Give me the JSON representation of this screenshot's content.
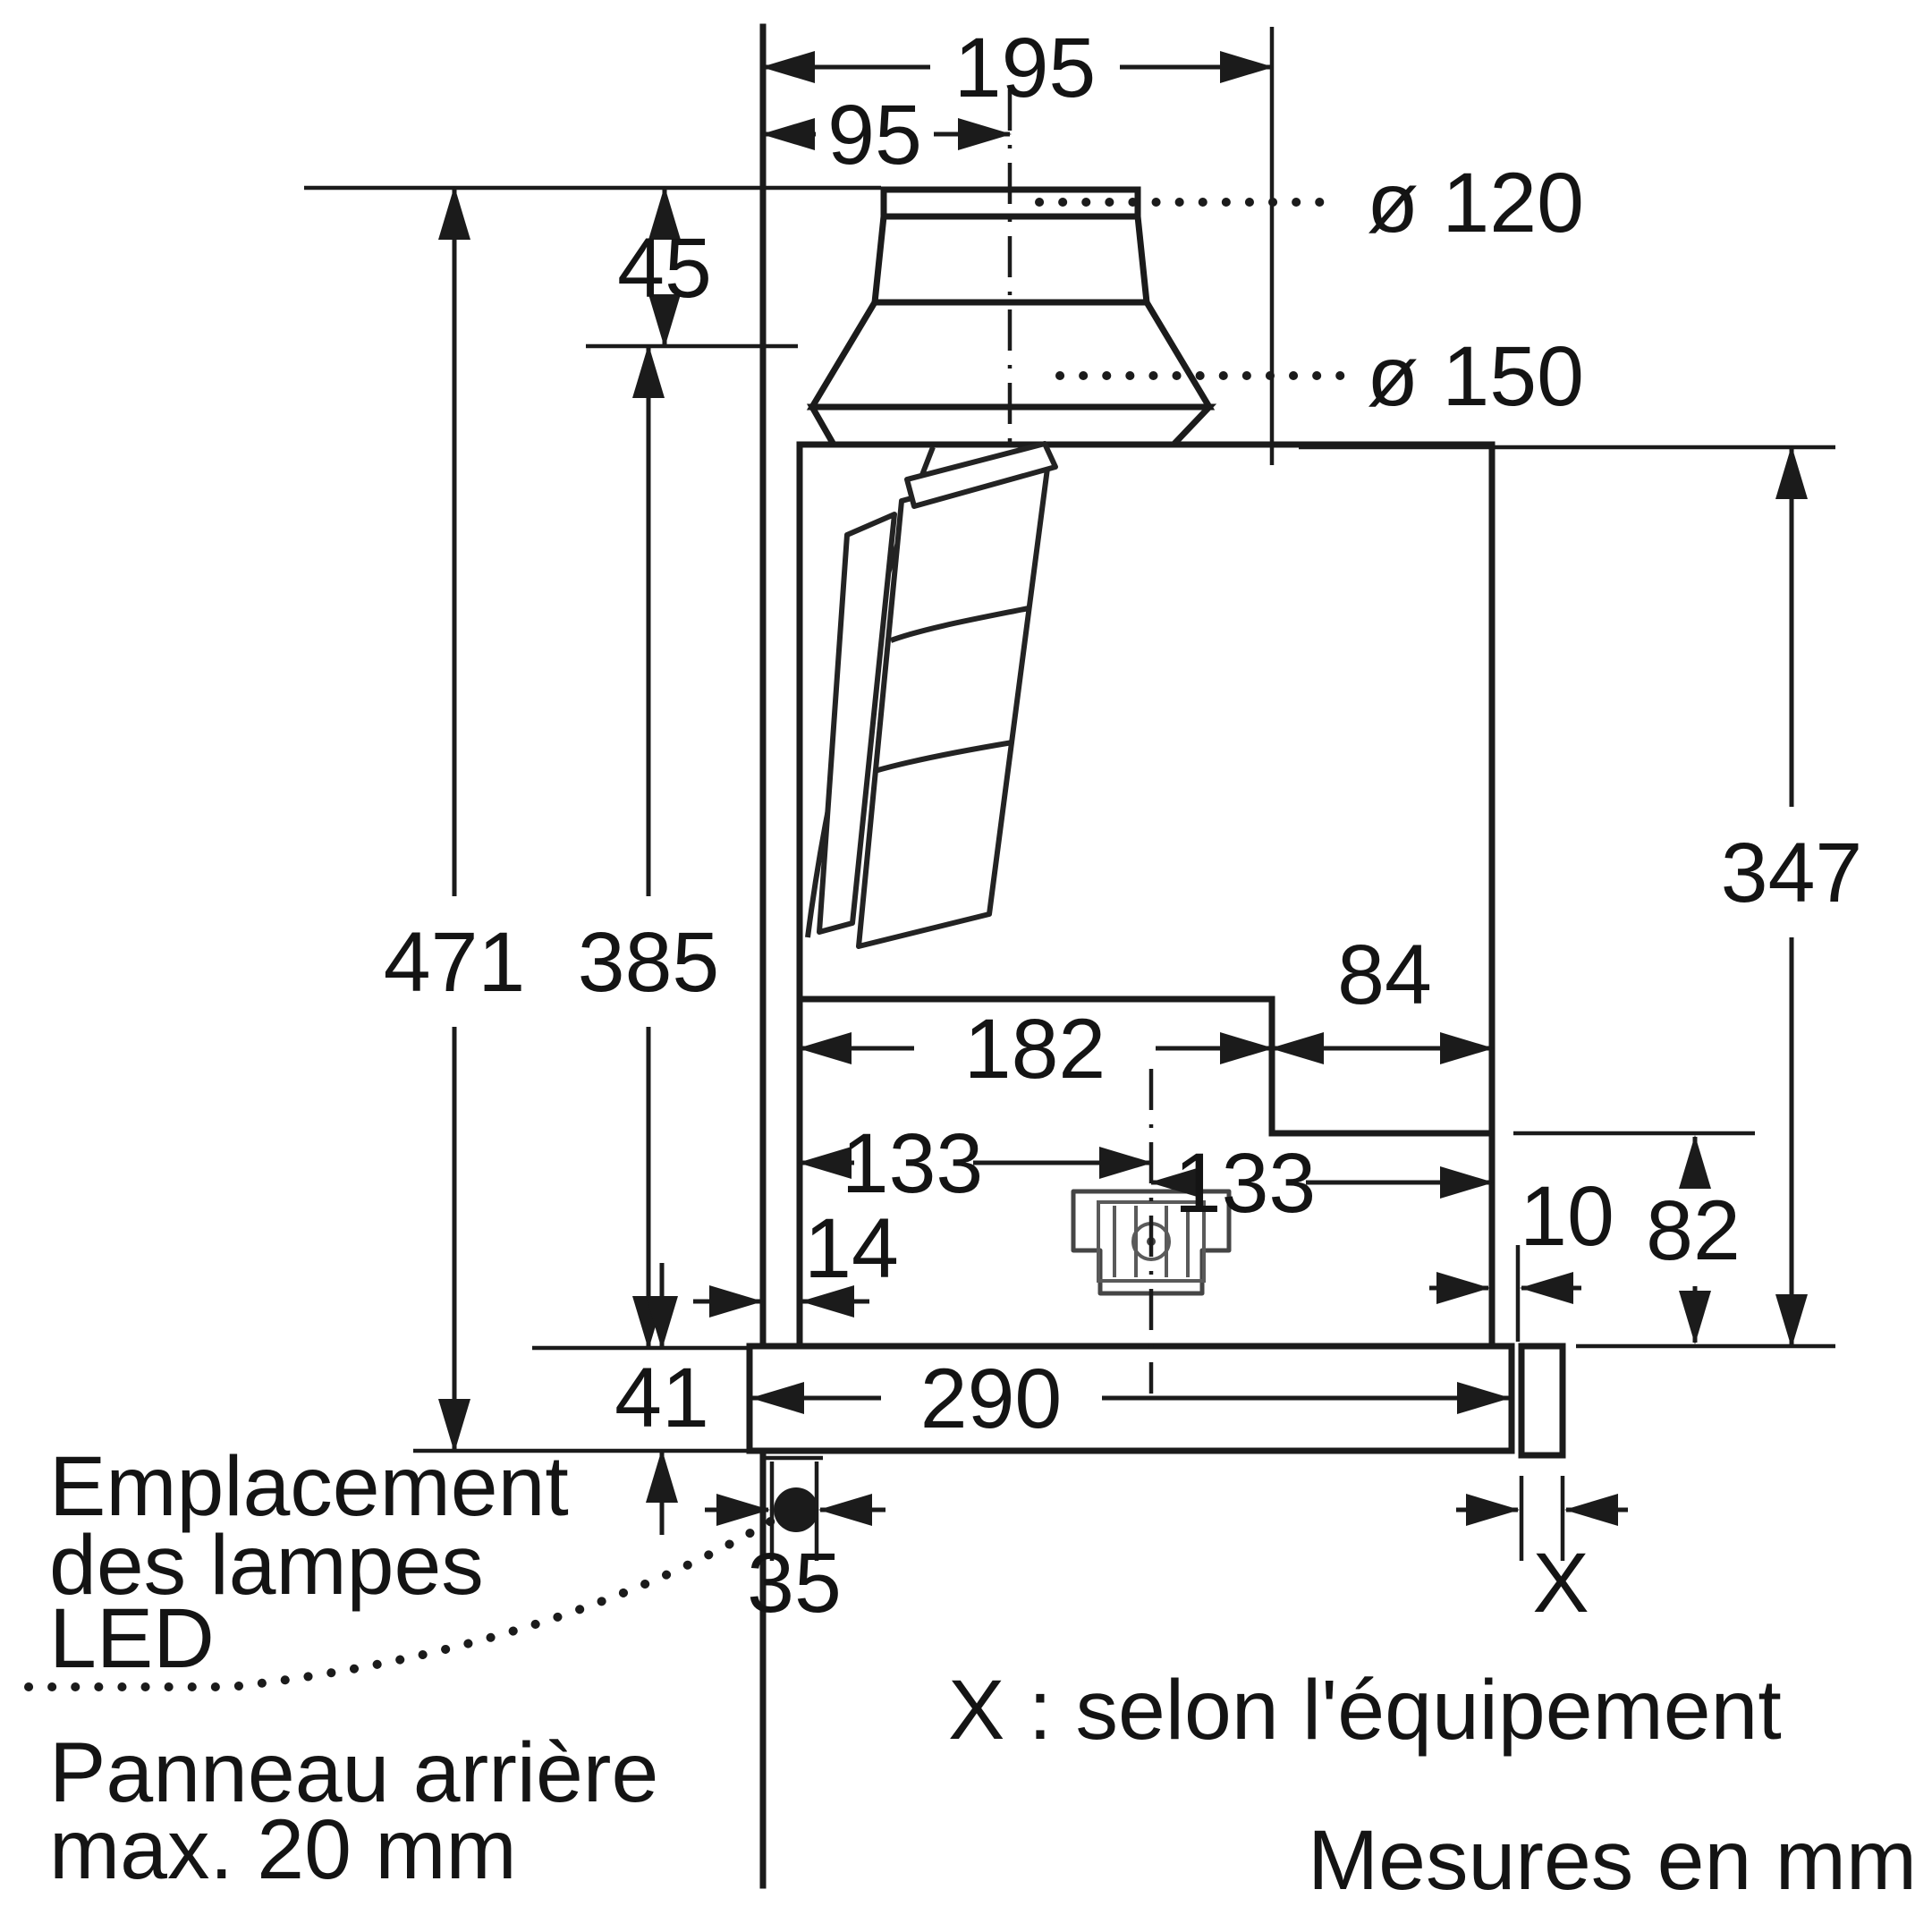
{
  "diagram": {
    "title_hint": "cooker-hood installation dimension drawing (side view)",
    "units_note": "Mesures en mm",
    "dimensions": {
      "d195": "195",
      "d95": "95",
      "d45": "45",
      "d471": "471",
      "d385": "385",
      "d41": "41",
      "d347": "347",
      "d84": "84",
      "d182": "182",
      "d133_left": "133",
      "d133_right": "133",
      "d14": "14",
      "d10": "10",
      "d82": "82",
      "d290": "290",
      "d35": "35",
      "dX": "X",
      "dia120": "ø 120",
      "dia150": "ø 150"
    },
    "notes": {
      "led_location": {
        "line1": "Emplacement",
        "line2": "des lampes",
        "line3": "LED"
      },
      "rear_panel": {
        "line1": "Panneau arrière",
        "line2": "max. 20 mm"
      },
      "x_legend": "X : selon l'équipement",
      "units": "Mesures en mm"
    },
    "colors": {
      "line": "#1b1b1b",
      "background": "#ffffff"
    }
  }
}
